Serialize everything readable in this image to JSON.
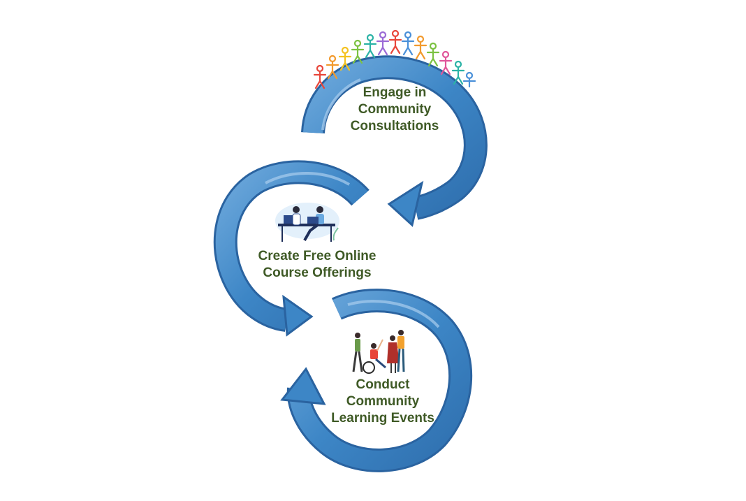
{
  "diagram": {
    "colors": {
      "arrow_fill": "#3d86c6",
      "arrow_stroke": "#2a63a0",
      "arrow_highlight": "#a9cdee",
      "label_text": "#3f5a26"
    },
    "steps": [
      {
        "id": "consult",
        "lines": [
          "Engage in",
          "Community",
          "Consultations"
        ],
        "illustration": "diverse-people-crowd-icon"
      },
      {
        "id": "online",
        "lines": [
          "Create Free Online",
          "Course Offerings"
        ],
        "illustration": "people-at-laptops-icon"
      },
      {
        "id": "events",
        "lines": [
          "Conduct",
          "Community",
          "Learning Events"
        ],
        "illustration": "community-group-wheelchair-icon"
      }
    ]
  }
}
